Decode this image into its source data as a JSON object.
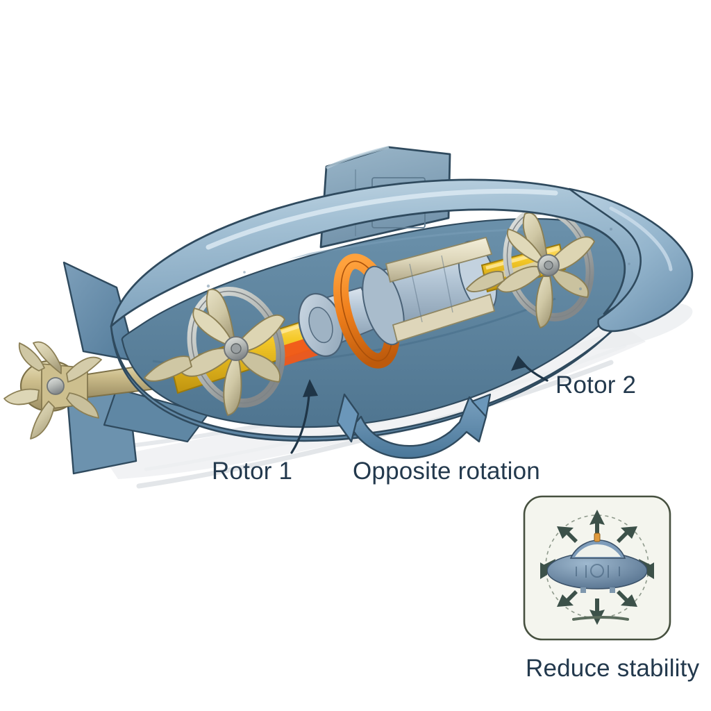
{
  "diagram": {
    "subject": "submarine-counter-rotating-rotor-cutaway",
    "background_color": "#ffffff",
    "text_color": "#23394d"
  },
  "labels": {
    "rotor1": "Rotor 1",
    "rotor2": "Rotor 2",
    "opposite_rotation": "Opposite  rotation",
    "inset_caption": "Reduce stability"
  },
  "palette": {
    "hull_light": "#a9c4d6",
    "hull_mid": "#8fb0c8",
    "hull_dark": "#6f95b0",
    "hull_shadow": "#5b7f9b",
    "hull_interior": "#5f87a3",
    "hull_outline": "#2f4a5e",
    "sail": "#7d9bb2",
    "fin": "#5e86a4",
    "blade_cream": "#d8d2b4",
    "blade_cream_dark": "#b9b191",
    "shaft_gold": "#f0c322",
    "shaft_gold_dark": "#c79a12",
    "shaft_brass": "#cbbd8a",
    "motor_body": "#b9c8d6",
    "motor_body_dark": "#8fa3b5",
    "motor_casing": "#e6e0c8",
    "collar_orange": "#ee7f1e",
    "collar_orange_dark": "#c55f10",
    "steel_ring": "#c3c6c3",
    "steel_ring_dark": "#8e938f",
    "arrow_blue": "#5b87ab",
    "arrow_blue_dark": "#3f6a8c",
    "leader_navy": "#1f3547",
    "inset_bg": "#f4f5ee",
    "inset_border": "#46503f",
    "inset_arrow": "#3c5149",
    "shadow_gray": "#e8eaec"
  },
  "components": {
    "hull": "pressure-hull-cutaway",
    "sail": "conning-tower",
    "rotor1": {
      "blades": 7,
      "position": "aft-inner",
      "shroud": "steel-ring"
    },
    "rotor2": {
      "blades": 7,
      "position": "forward-inner",
      "shroud": "steel-ring"
    },
    "motor": {
      "collar": "orange-stator-ring",
      "casing": "cream-housing",
      "body": "steel-rotor-drum"
    },
    "shaft": "gold-drive-shaft",
    "stern_propeller": {
      "blades": 6,
      "hub": "cone"
    },
    "tail_fins": 3
  },
  "inset": {
    "caption": "Reduce stability",
    "view": "front-view-submarine",
    "arrow_count": 8,
    "arrow_directions": [
      "up",
      "up-right",
      "right",
      "down-right",
      "down",
      "down-left",
      "left",
      "up-left"
    ],
    "dashed_circle": true
  },
  "annotations": {
    "rotation_arrow": {
      "type": "double-headed-curved-arrow",
      "meaning": "counter-rotation"
    },
    "leader_lines": [
      "rotor1-leader",
      "rotor2-leader"
    ]
  }
}
